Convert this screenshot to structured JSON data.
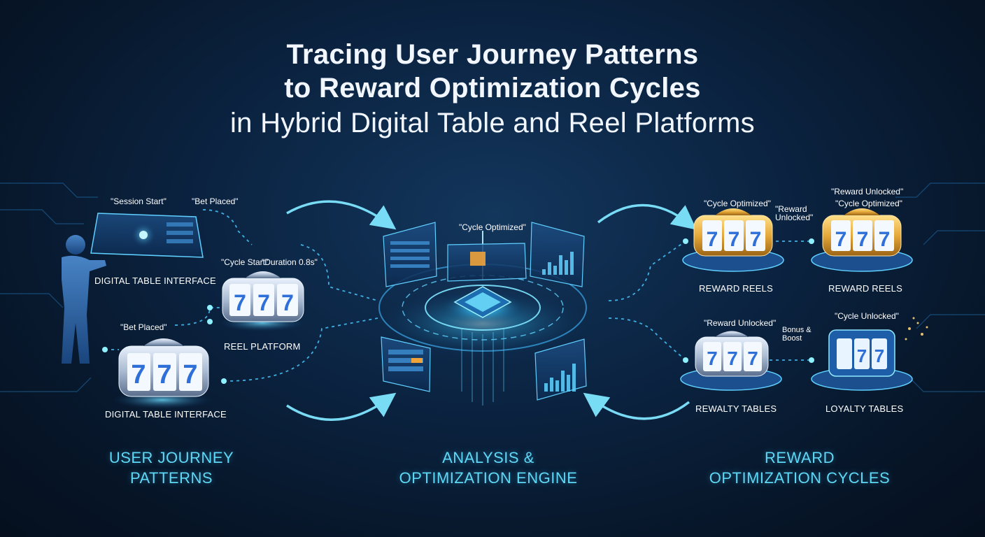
{
  "title": {
    "line1": "Tracing User Journey Patterns",
    "line2": "to Reward Optimization Cycles",
    "line3": "in Hybrid Digital Table and Reel Platforms"
  },
  "left": {
    "quote_session_start": "\"Session Start\"",
    "quote_bet_placed_top": "\"Bet Placed\"",
    "quote_cycle_start": "\"Cycle Start\"",
    "quote_duration": "\"Duration 0.8s\"",
    "quote_bet_placed_bottom": "\"Bet Placed\"",
    "node_digital_table_top": "DIGITAL TABLE INTERFACE",
    "node_reel_platform": "REEL PLATFORM",
    "node_digital_table_bottom": "DIGITAL TABLE INTERFACE",
    "heading_line1": "USER JOURNEY",
    "heading_line2": "PATTERNS"
  },
  "center": {
    "quote_cycle_optimized": "\"Cycle Optimized\"",
    "heading_line1": "ANALYSIS &",
    "heading_line2": "OPTIMIZATION ENGINE"
  },
  "right": {
    "quote_cycle_optimized_a": "\"Cycle Optimized\"",
    "quote_reward_unlocked_a": "\"Reward Unlocked\"",
    "quote_reward_unlocked_top": "\"Reward Unlocked\"",
    "quote_cycle_optimized_b": "\"Cycle Optimized\"",
    "quote_reward_unlocked_mid": "\"Reward Unlocked\"",
    "quote_bonus_boost": "Bonus & Boost",
    "quote_cycle_unlocked": "\"Cycle Unlocked\"",
    "node_reward_reels_1": "REWARD REELS",
    "node_reward_reels_2": "REWARD REELS",
    "node_loyalty_tables_1": "REWALTY TABLES",
    "node_loyalty_tables_2": "LOYALTY TABLES",
    "heading_line1": "REWARD",
    "heading_line2": "OPTIMIZATION CYCLES"
  },
  "reel_symbols": [
    "7",
    "7",
    "7"
  ],
  "colors": {
    "accent_cyan": "#5fd8f5",
    "glow": "#38c8ff",
    "gold": "#e5a83a",
    "silver": "#b8c8dc",
    "seven_blue": "#2f6fd8"
  }
}
